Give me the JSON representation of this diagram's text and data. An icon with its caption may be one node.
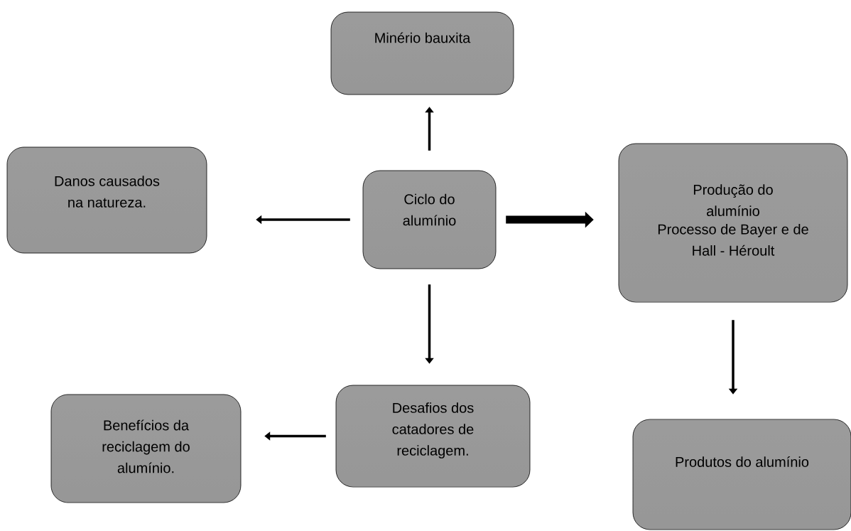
{
  "diagram": {
    "nodes": [
      {
        "text": [
          "Minério bauxita"
        ]
      },
      {
        "text": [
          "Danos causados na natureza."
        ]
      },
      {
        "text": [
          "Ciclo do alumínio"
        ]
      },
      {
        "text": [
          "Produção do alumínio",
          "Processo de Bayer e de Hall - Héroult"
        ]
      },
      {
        "text": [
          "Desafios dos catadores de reciclagem."
        ]
      },
      {
        "text": [
          "Benefícios da reciclagem do alumínio."
        ]
      },
      {
        "text": [
          "Produtos do alumínio"
        ]
      }
    ],
    "edges": [
      {
        "from": 2,
        "to": 0,
        "arrow": "to"
      },
      {
        "from": 2,
        "to": 1,
        "arrow": "to"
      },
      {
        "from": 2,
        "to": 3,
        "arrow": "to",
        "style": "thick"
      },
      {
        "from": 2,
        "to": 4,
        "arrow": "to"
      },
      {
        "from": 4,
        "to": 5,
        "arrow": "to"
      },
      {
        "from": 3,
        "to": 6,
        "arrow": "to"
      }
    ]
  }
}
